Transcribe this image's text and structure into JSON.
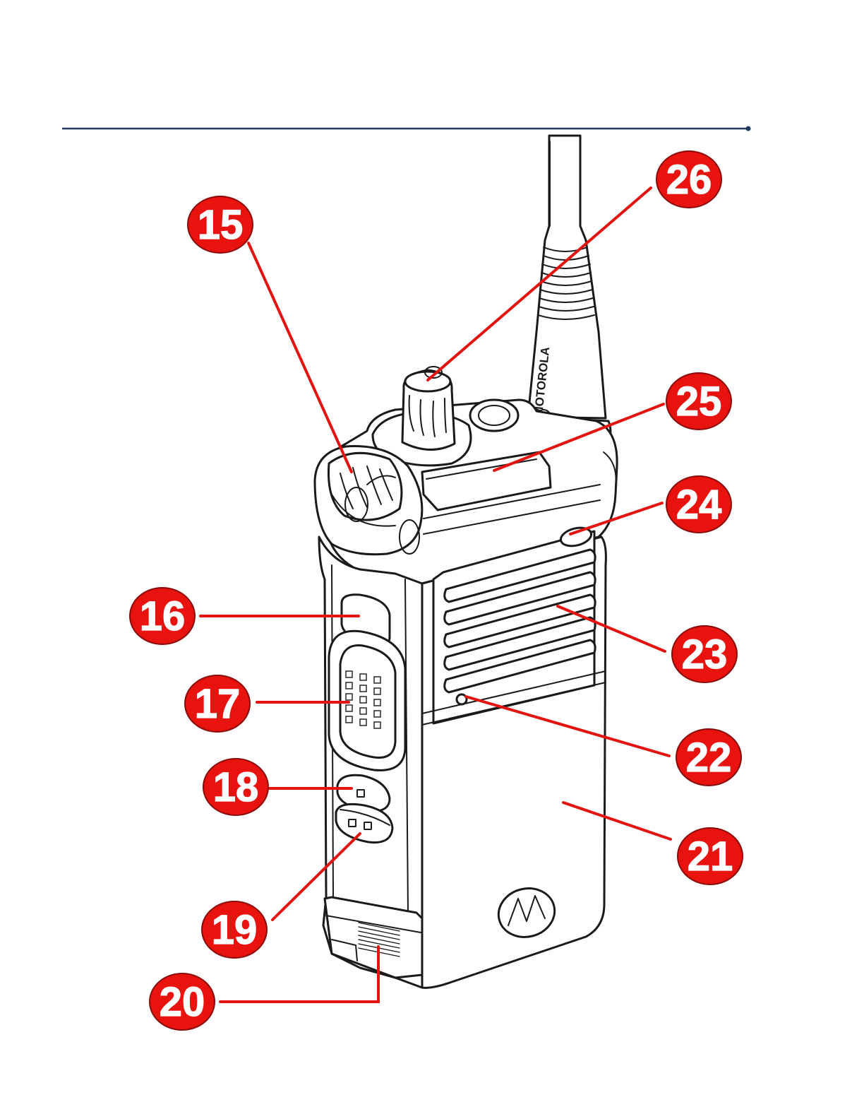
{
  "header": {
    "rule_color": "#1f3a5f"
  },
  "colors": {
    "callout_fill": "#e8130f",
    "callout_text": "#ffffff",
    "leader_line": "#e3140f",
    "drawing_line": "#1a1a1a"
  },
  "callouts": [
    {
      "label": "15",
      "part": "rotary-knob"
    },
    {
      "label": "16",
      "part": "top-side-button"
    },
    {
      "label": "17",
      "part": "push-to-talk-button"
    },
    {
      "label": "18",
      "part": "side-button-1"
    },
    {
      "label": "19",
      "part": "side-button-2"
    },
    {
      "label": "20",
      "part": "battery-latch"
    },
    {
      "label": "21",
      "part": "battery"
    },
    {
      "label": "22",
      "part": "microphone"
    },
    {
      "label": "23",
      "part": "speaker-grille"
    },
    {
      "label": "24",
      "part": "led-indicator"
    },
    {
      "label": "25",
      "part": "display"
    },
    {
      "label": "26",
      "part": "volume-knob"
    }
  ],
  "antenna_brand_mark": "MOTOROLA"
}
